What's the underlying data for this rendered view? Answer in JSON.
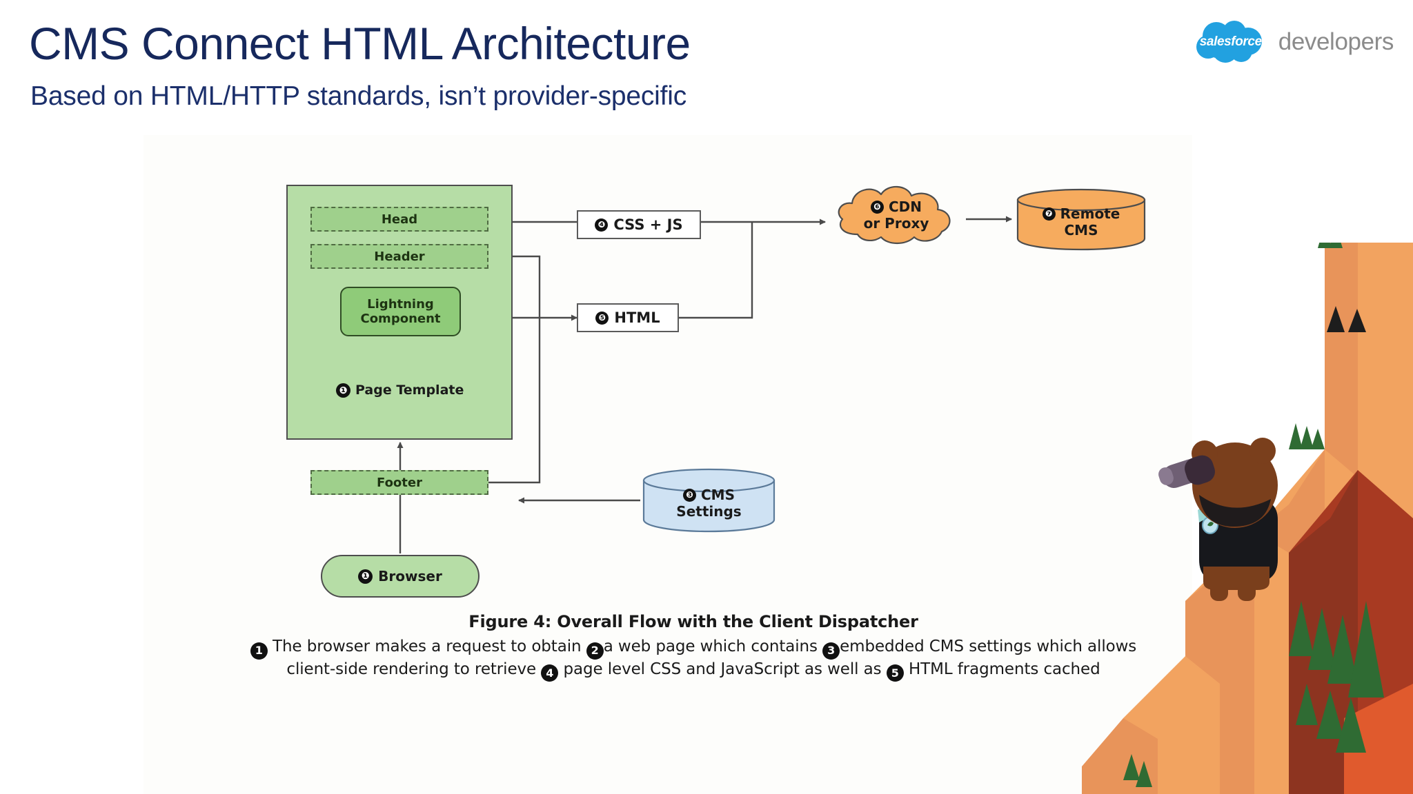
{
  "slide": {
    "title": "CMS Connect HTML Architecture",
    "subtitle": "Based on HTML/HTTP standards, isn’t provider-specific",
    "title_color": "#16285c",
    "subtitle_color": "#1b2f6b",
    "background_color": "#ffffff"
  },
  "brand": {
    "cloud_word": "salesforce",
    "word": "developers",
    "cloud_color": "#22a1e0",
    "word_color": "#8b8b8b"
  },
  "diagram": {
    "page_template": {
      "label": "Page Template",
      "marker": "❶",
      "fill_color": "#b6dda6",
      "border_color": "#4d4d4d",
      "slots": [
        {
          "label": "Head",
          "style": "dashed"
        },
        {
          "label": "Header",
          "style": "dashed"
        },
        {
          "label": "Footer",
          "style": "dashed"
        }
      ],
      "component": {
        "line1": "Lightning",
        "line2": "Component",
        "fill_color": "#8fcb79"
      }
    },
    "browser": {
      "label": "Browser",
      "marker": "❶",
      "fill_color": "#b6dda6"
    },
    "flow_labels": [
      {
        "id": "css-js",
        "label": "CSS + JS",
        "marker": "❹"
      },
      {
        "id": "html",
        "label": "HTML",
        "marker": "❺"
      }
    ],
    "cdn": {
      "marker": "❻",
      "line1": "CDN",
      "line2": "or Proxy",
      "fill_color": "#f6ab5e",
      "border_color": "#4d4d4d"
    },
    "remote_cms": {
      "marker": "❼",
      "line1": "Remote",
      "line2": "CMS",
      "fill_color": "#f6ab5e",
      "border_color": "#4d4d4d"
    },
    "cms_settings": {
      "marker": "❸",
      "line1": "CMS",
      "line2": "Settings",
      "fill_color": "#cfe2f3",
      "border_color": "#5b7a99"
    }
  },
  "caption": {
    "title": "Figure 4: Overall Flow with the Client Dispatcher",
    "segments": [
      {
        "type": "num",
        "text": "1"
      },
      {
        "type": "text",
        "text": " The browser makes a request to obtain "
      },
      {
        "type": "num",
        "text": "2"
      },
      {
        "type": "text",
        "text": "a web page which contains "
      },
      {
        "type": "num",
        "text": "3"
      },
      {
        "type": "text",
        "text": "embedded CMS settings which allows client-side rendering to retrieve "
      },
      {
        "type": "num",
        "text": "4"
      },
      {
        "type": "text",
        "text": " page level CSS and JavaScript as well as "
      },
      {
        "type": "num",
        "text": "5"
      },
      {
        "type": "text",
        "text": " HTML fragments cached"
      }
    ],
    "full_text": "❶ The browser makes a request to obtain ❷a web page which contains ❸embedded CMS settings which allows client-side rendering to retrieve ❹ page level CSS and JavaScript as well as ❺ HTML fragments cached"
  },
  "scenery": {
    "name": "codey-bear-on-cliffs-illustration",
    "colors": {
      "cliff_light": "#f2a360",
      "cliff_mid": "#e8823f",
      "cliff_dark": "#a83a22",
      "cliff_deep": "#8d3420",
      "tree": "#2f6b33",
      "tree_dark": "#1d1d1d",
      "bear_body": "#8a4a22",
      "bear_head": "#7a3f1c",
      "vest": "#17181c",
      "scarf": "#9bd7d4",
      "binocular": "#6f5f74"
    }
  }
}
